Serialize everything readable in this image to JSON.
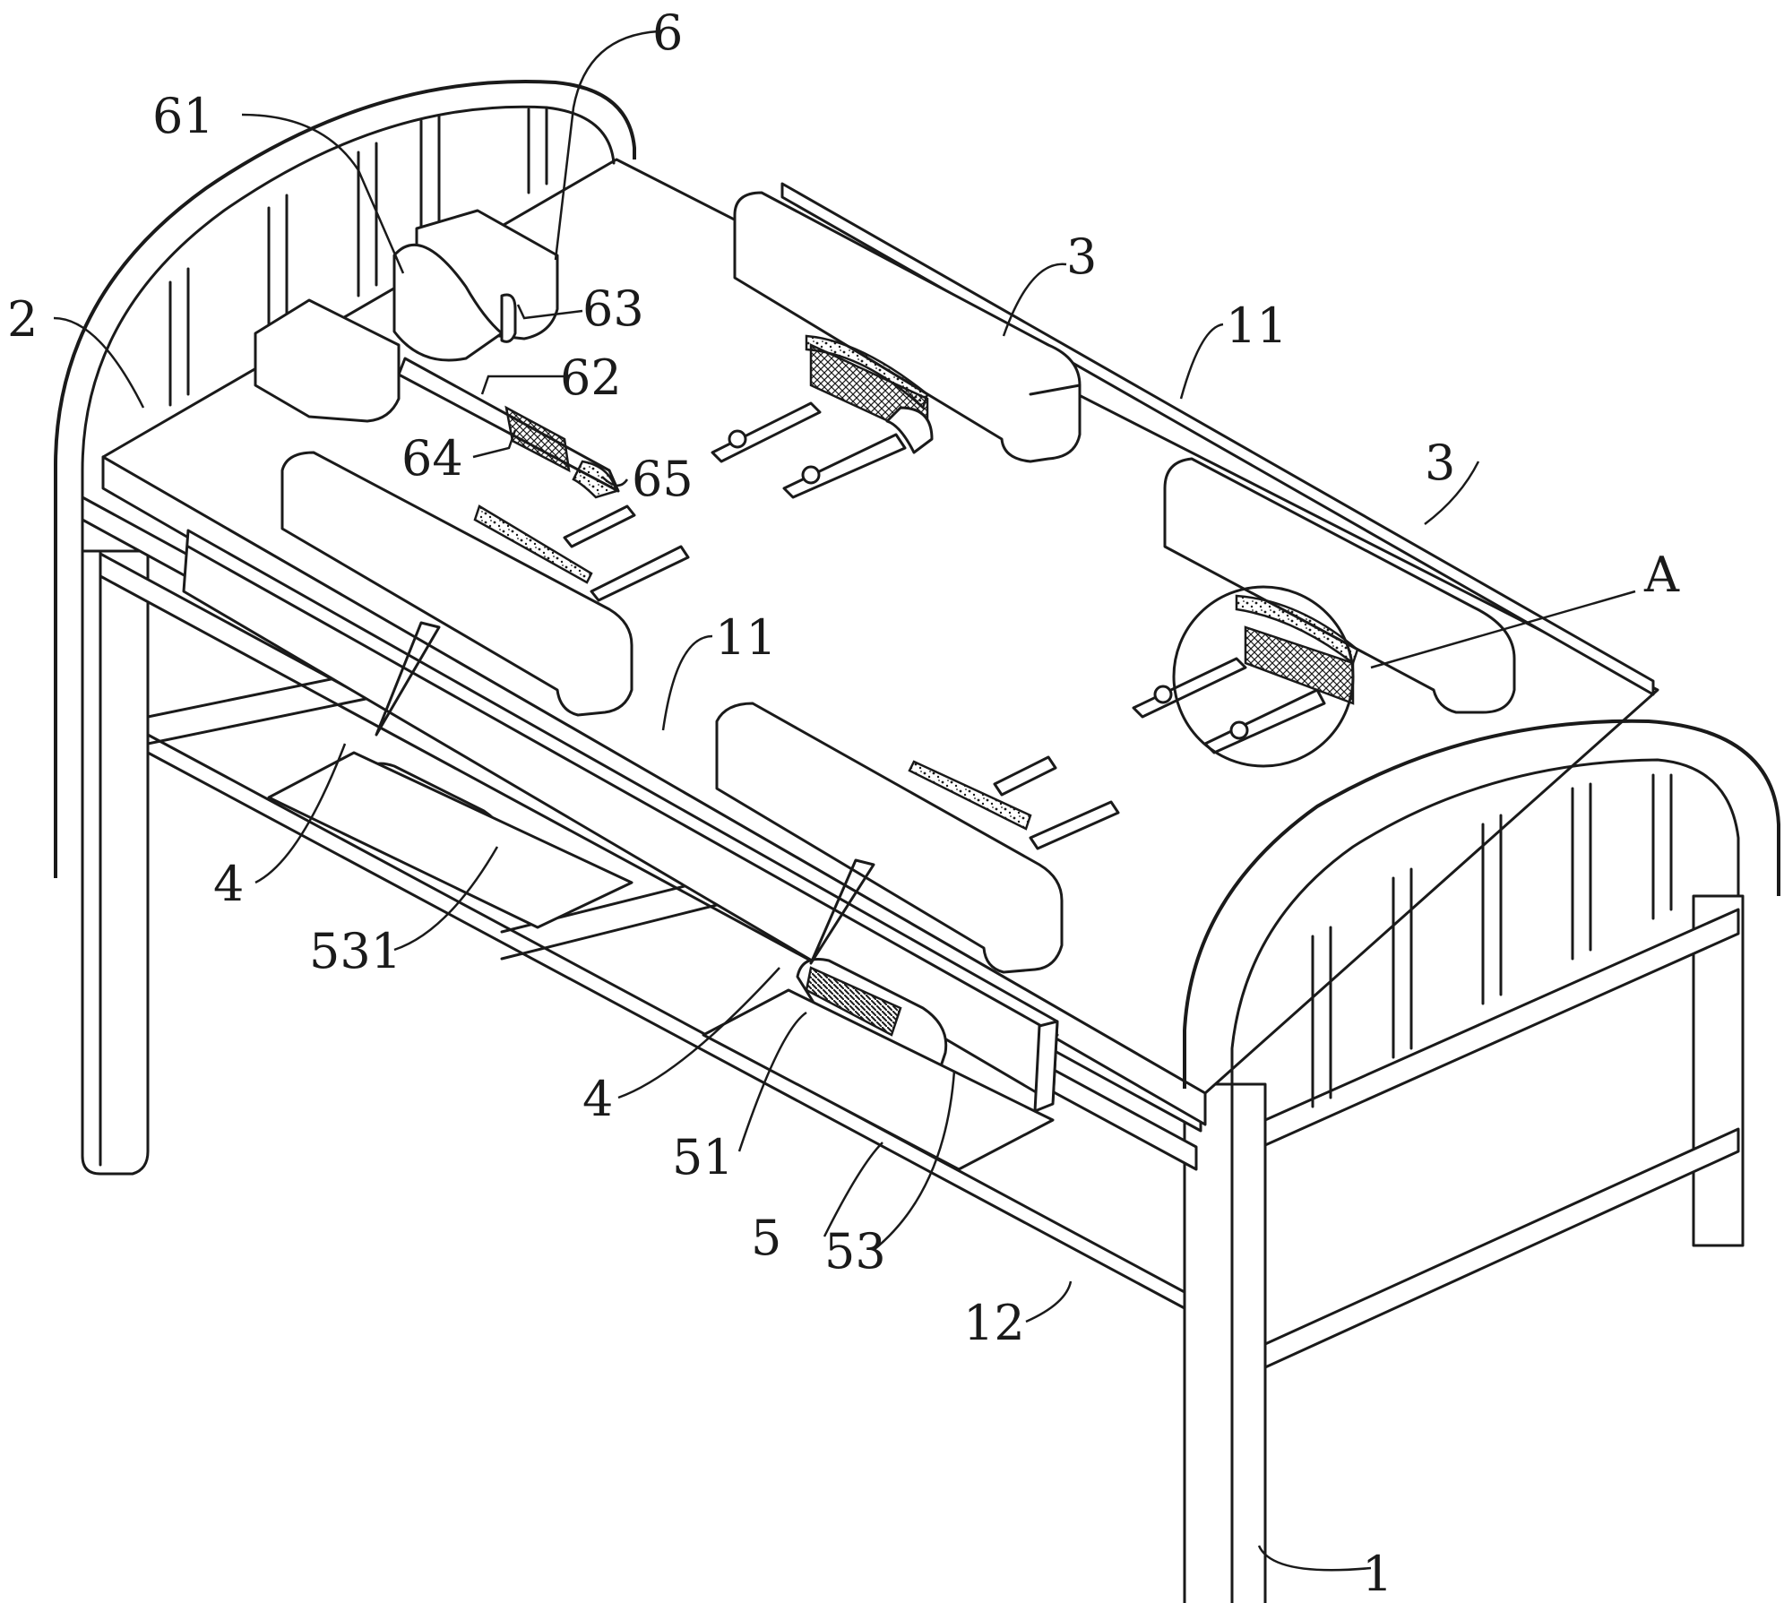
{
  "labels": {
    "l6": "6",
    "l61": "61",
    "l63": "63",
    "l62": "62",
    "l64": "64",
    "l65": "65",
    "l2": "2",
    "l3a": "3",
    "l3b": "3",
    "l11a": "11",
    "l11b": "11",
    "lA": "A",
    "l4a": "4",
    "l4b": "4",
    "l531": "531",
    "l51": "51",
    "l5": "5",
    "l53": "53",
    "l12": "12",
    "l1": "1"
  }
}
